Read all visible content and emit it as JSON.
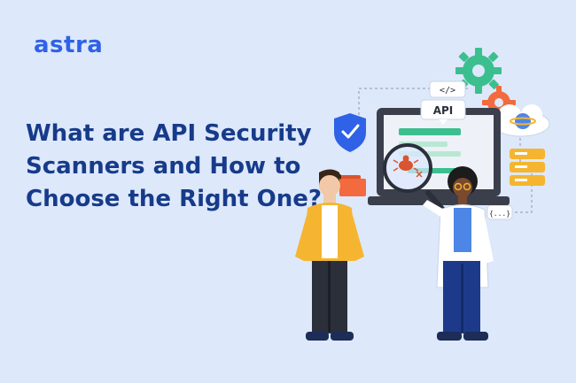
{
  "brand": {
    "logo_text": "astra",
    "color": "#2f62e6"
  },
  "headline": {
    "text": "What are API Security Scanners and How to Choose the Right One?",
    "color": "#173b8a"
  },
  "illustration": {
    "monitor_label": "API",
    "code_tag_top": "</>",
    "code_tag_right": "{...}",
    "icons": [
      "shield-check-icon",
      "gear-icon",
      "cloud-planet-icon",
      "folder-icon",
      "database-stack-icon",
      "magnifier-icon",
      "bug-icon"
    ]
  }
}
